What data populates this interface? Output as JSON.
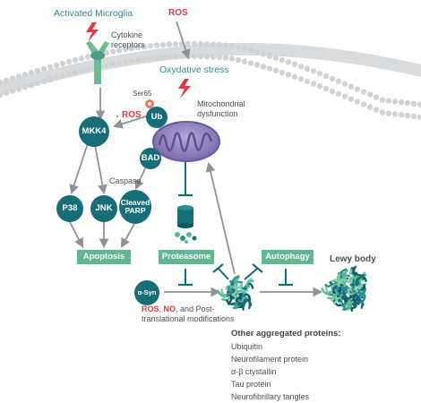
{
  "labels": {
    "activated_microglia": "Activated Microglia",
    "ros_top": "ROS",
    "cytokine_receptors_1": "Cytokine",
    "cytokine_receptors_2": "receptors",
    "oxidative_stress": "Oxydative stress",
    "ser65": "Ser65",
    "ros_mid": "ROS",
    "mito_dysfunction_1": "Mitochondrial",
    "mito_dysfunction_2": "dysfunction",
    "caspase": "Caspase",
    "lewy_body": "Lewy body",
    "ros": "ROS",
    "comma1": ", ",
    "no": "NO",
    "ptm_line1_rest": ", and Post-",
    "ptm_line2": "translational modifications"
  },
  "nodes": {
    "mkk4": "MKK4",
    "ub": "Ub",
    "bad": "BAD",
    "p38": "P38",
    "jnk": "JNK",
    "cleaved_parp_1": "Cleaved",
    "cleaved_parp_2": "PARP",
    "a_syn": "α-Syn"
  },
  "boxes": {
    "apoptosis": "Apoptosis",
    "proteasome": "Proteasome",
    "autophagy": "Autophagy"
  },
  "other_proteins": {
    "title": "Other aggregated proteins:",
    "items": [
      "Ubiquitin",
      "Neurofilament protein",
      "α-β ctystallin",
      "Tau protein",
      "Neurofibrillary tangles"
    ]
  },
  "colors": {
    "teal_dark": "#176d78",
    "teal_label": "#2e8e96",
    "green_box": "#5fb892",
    "red": "#e23a40",
    "membrane": "#d9dcdf",
    "arrow_gray": "#8d9399",
    "mito_purple": "#8c7cba",
    "receptor_green": "#6bbf8e"
  },
  "icons": [
    "lightning-icon",
    "receptor-icon",
    "mitochondrion-icon",
    "proteasome-icon",
    "aggregate-icon",
    "lewy-body-icon",
    "phospho-icon"
  ]
}
